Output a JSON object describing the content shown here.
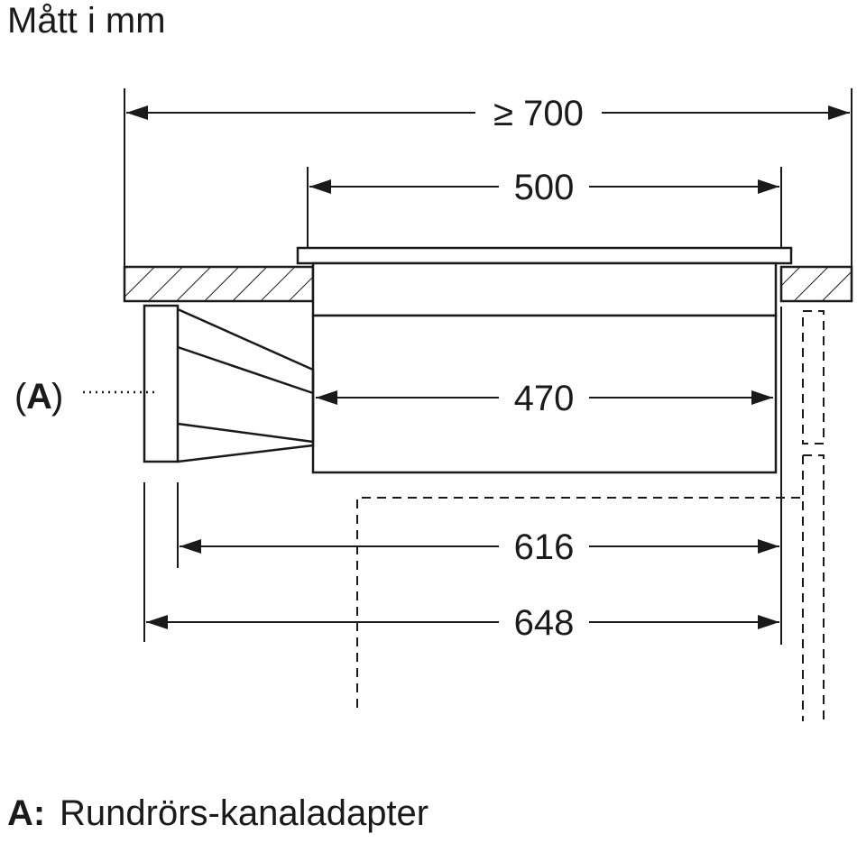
{
  "title": "Mått i mm",
  "dimensions": {
    "overall_min_width": "≥ 700",
    "hob_width": "500",
    "unit_width": "470",
    "depth_without_adapter": "616",
    "depth_with_adapter": "648"
  },
  "callout": {
    "marker_letter": "A",
    "open_paren": "(",
    "close_paren": ")"
  },
  "legend": {
    "key": "A:",
    "text": "Rundrörs-kanaladapter"
  }
}
